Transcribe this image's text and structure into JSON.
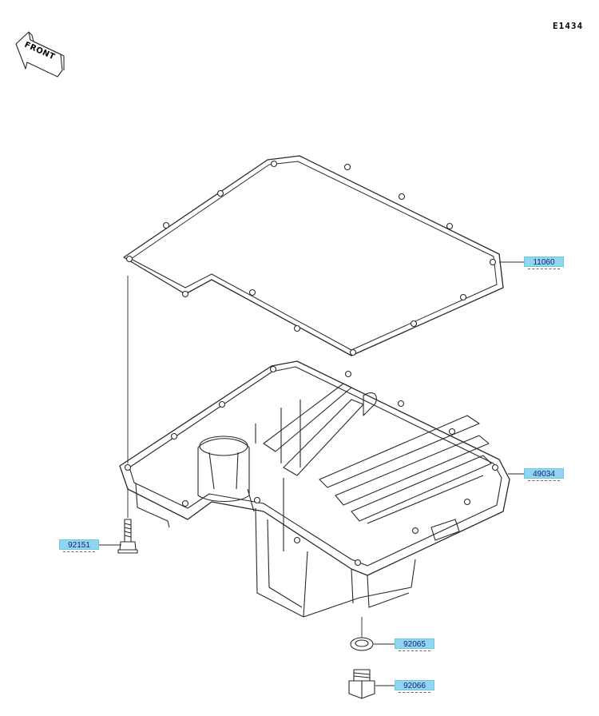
{
  "diagram_code": "E1434",
  "front_arrow_label": "FRONT",
  "colors": {
    "line": "#2a2a2a",
    "callout_fill": "#8fd6ee",
    "callout_text": "#1a237e"
  },
  "parts": [
    {
      "id": "gasket",
      "number": "11060"
    },
    {
      "id": "oil-pan",
      "number": "49034"
    },
    {
      "id": "bolt",
      "number": "92151"
    },
    {
      "id": "washer",
      "number": "92065"
    },
    {
      "id": "drain-plug",
      "number": "92066"
    }
  ]
}
